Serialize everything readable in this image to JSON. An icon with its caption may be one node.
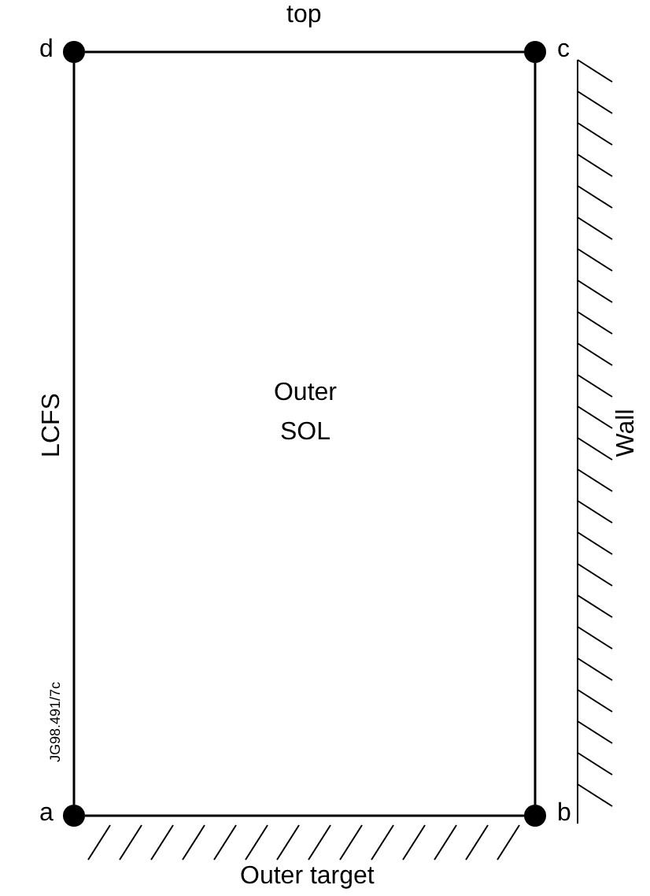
{
  "diagram": {
    "nodes": [
      {
        "text": [],
        "shape": "circle",
        "beside": [
          "d"
        ]
      },
      {
        "text": [],
        "shape": "circle",
        "beside": [
          "c"
        ]
      },
      {
        "text": [],
        "shape": "circle",
        "beside": [
          "a"
        ]
      },
      {
        "text": [],
        "shape": "circle",
        "beside": [
          "b"
        ]
      }
    ],
    "edges": [
      {
        "from": 0,
        "to": 1,
        "arrow": "none"
      },
      {
        "from": 1,
        "to": 3,
        "arrow": "none"
      },
      {
        "from": 2,
        "to": 3,
        "arrow": "none"
      },
      {
        "from": 0,
        "to": 2,
        "arrow": "none"
      }
    ],
    "labels": [
      "top",
      "LCFS",
      "Outer SOL",
      "Wall",
      "JG98.491/7c",
      "Outer target"
    ]
  }
}
